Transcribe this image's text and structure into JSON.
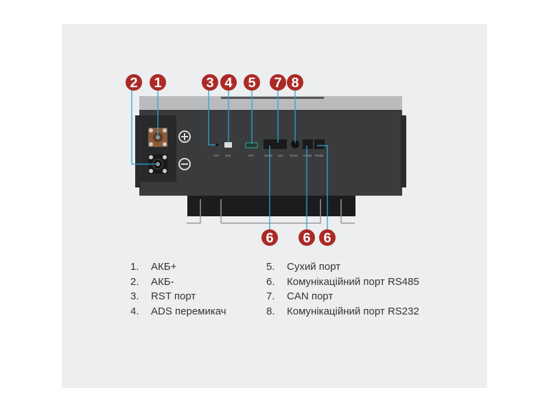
{
  "colors": {
    "badge": "#ab2a26",
    "leader": "#2aa7d6",
    "device_body": "#3a3b3d",
    "background": "#eceeef"
  },
  "device": {
    "port_labels": [
      "RST",
      "ADS",
      "DRY",
      "RS485",
      "CAN",
      "RS232",
      "RS485",
      "RS485"
    ],
    "plus_symbol": "+",
    "minus_symbol": "−"
  },
  "badges": {
    "b1": "1",
    "b2": "2",
    "b3": "3",
    "b4": "4",
    "b5": "5",
    "b7": "7",
    "b8": "8",
    "b6a": "6",
    "b6b": "6",
    "b6c": "6"
  },
  "legend": [
    {
      "num": "1.",
      "label": "АКБ+"
    },
    {
      "num": "2.",
      "label": "АКБ-"
    },
    {
      "num": "3.",
      "label": "RST порт"
    },
    {
      "num": "4.",
      "label": "ADS перемикач"
    },
    {
      "num": "5.",
      "label": "Сухий порт"
    },
    {
      "num": "6.",
      "label": "Комунікаційний порт RS485"
    },
    {
      "num": "7.",
      "label": "CAN порт"
    },
    {
      "num": "8.",
      "label": "Комунікаційний порт RS232"
    }
  ]
}
